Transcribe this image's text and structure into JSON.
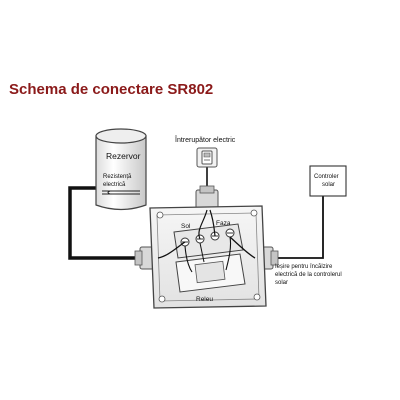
{
  "title": "Schema de conectare SR802",
  "labels": {
    "tank": "Rezervor",
    "heater_line1": "Rezistență",
    "heater_line2": "electrică",
    "switch": "Întrerupător electric",
    "controller_line1": "Controler",
    "controller_line2": "solar",
    "sol": "Sol",
    "faza": "Faza",
    "releu": "Releu",
    "output_line1": "Ieșire pentru încălzire",
    "output_line2": "electrică de la controlerul",
    "output_line3": "solar"
  },
  "colors": {
    "title": "#8b1a1a",
    "line": "#111111",
    "device_fill": "#f4f4f4",
    "device_stroke": "#555555"
  },
  "icons": [
    "switch-icon",
    "tank-icon",
    "relay-box-icon",
    "controller-icon"
  ]
}
